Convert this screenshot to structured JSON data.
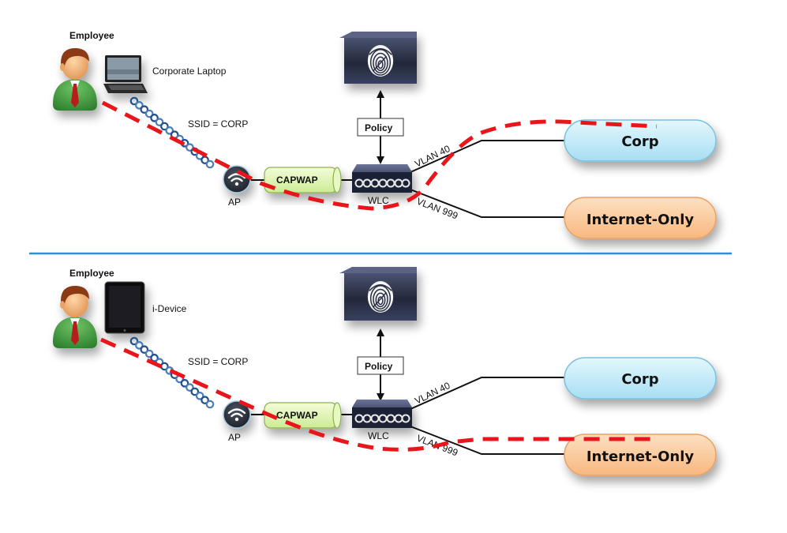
{
  "panels": [
    {
      "id": "top",
      "employee_label": "Employee",
      "device_label": "Corporate Laptop",
      "device_icon": "laptop-icon",
      "ssid_label": "SSID = CORP",
      "ap_label": "AP",
      "tunnel_label": "CAPWAP",
      "wlc_label": "WLC",
      "policy_label": "Policy",
      "vlan_a_label": "VLAN 40",
      "vlan_b_label": "VLAN 999",
      "dest_a_label": "Corp",
      "dest_b_label": "Internet-Only",
      "traffic_path_destination": "Corp"
    },
    {
      "id": "bottom",
      "employee_label": "Employee",
      "device_label": "i-Device",
      "device_icon": "tablet-icon",
      "ssid_label": "SSID = CORP",
      "ap_label": "AP",
      "tunnel_label": "CAPWAP",
      "wlc_label": "WLC",
      "policy_label": "Policy",
      "vlan_a_label": "VLAN 40",
      "vlan_b_label": "VLAN 999",
      "dest_a_label": "Corp",
      "dest_b_label": "Internet-Only",
      "traffic_path_destination": "Internet-Only"
    }
  ],
  "colors": {
    "traffic_path": "#e8161b",
    "corp_fill": "#bfeaf8",
    "internet_fill": "#fcc99a",
    "divider": "#2f8fcf",
    "capwap_fill": "#dff5b4",
    "device_dark": "#2c3147"
  }
}
